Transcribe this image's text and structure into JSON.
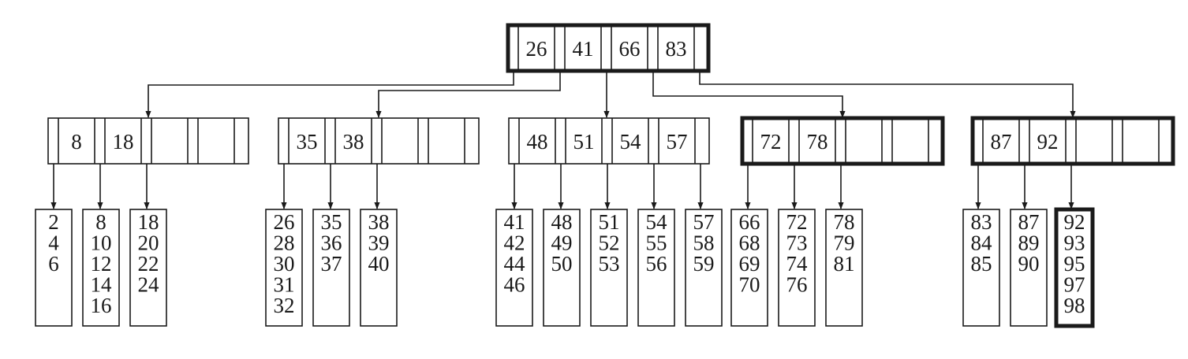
{
  "colors": {
    "ink": "#1a1a1a",
    "background": "#ffffff"
  },
  "root": {
    "keys": [
      "26",
      "41",
      "66",
      "83"
    ],
    "highlighted": true
  },
  "internal": [
    {
      "keys": [
        "8",
        "18"
      ],
      "highlighted": false
    },
    {
      "keys": [
        "35",
        "38"
      ],
      "highlighted": false
    },
    {
      "keys": [
        "48",
        "51",
        "54",
        "57"
      ],
      "highlighted": false
    },
    {
      "keys": [
        "72",
        "78"
      ],
      "highlighted": true
    },
    {
      "keys": [
        "87",
        "92"
      ],
      "highlighted": true
    }
  ],
  "leaves": [
    {
      "keys": [
        "2",
        "4",
        "6"
      ],
      "highlighted": false
    },
    {
      "keys": [
        "8",
        "10",
        "12",
        "14",
        "16"
      ],
      "highlighted": false
    },
    {
      "keys": [
        "18",
        "20",
        "22",
        "24"
      ],
      "highlighted": false
    },
    {
      "keys": [
        "26",
        "28",
        "30",
        "31",
        "32"
      ],
      "highlighted": false
    },
    {
      "keys": [
        "35",
        "36",
        "37"
      ],
      "highlighted": false
    },
    {
      "keys": [
        "38",
        "39",
        "40"
      ],
      "highlighted": false
    },
    {
      "keys": [
        "41",
        "42",
        "44",
        "46"
      ],
      "highlighted": false
    },
    {
      "keys": [
        "48",
        "49",
        "50"
      ],
      "highlighted": false
    },
    {
      "keys": [
        "51",
        "52",
        "53"
      ],
      "highlighted": false
    },
    {
      "keys": [
        "54",
        "55",
        "56"
      ],
      "highlighted": false
    },
    {
      "keys": [
        "57",
        "58",
        "59"
      ],
      "highlighted": false
    },
    {
      "keys": [
        "66",
        "68",
        "69",
        "70"
      ],
      "highlighted": false
    },
    {
      "keys": [
        "72",
        "73",
        "74",
        "76"
      ],
      "highlighted": false
    },
    {
      "keys": [
        "78",
        "79",
        "81"
      ],
      "highlighted": false
    },
    {
      "keys": [
        "83",
        "84",
        "85"
      ],
      "highlighted": false
    },
    {
      "keys": [
        "87",
        "89",
        "90"
      ],
      "highlighted": false
    },
    {
      "keys": [
        "92",
        "93",
        "95",
        "97",
        "98"
      ],
      "highlighted": true
    }
  ]
}
